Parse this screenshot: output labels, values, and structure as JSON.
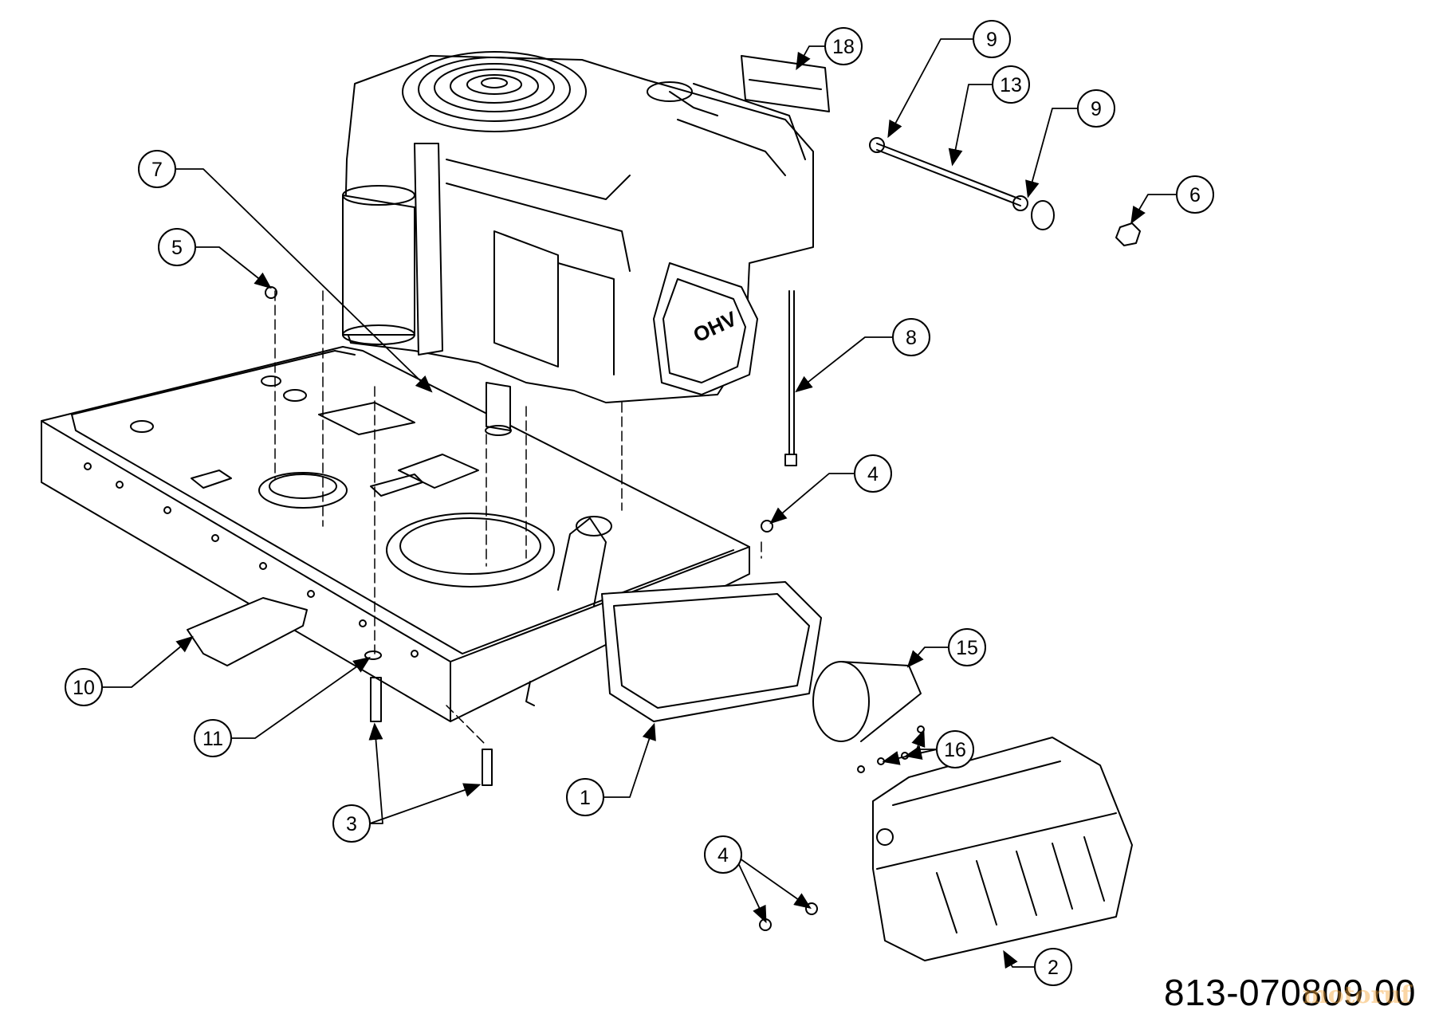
{
  "drawing": {
    "number": "813-070809 00",
    "watermark": "motoruf"
  },
  "callouts": [
    {
      "id": "c1",
      "label": "1"
    },
    {
      "id": "c2",
      "label": "2"
    },
    {
      "id": "c3",
      "label": "3"
    },
    {
      "id": "c4a",
      "label": "4"
    },
    {
      "id": "c4b",
      "label": "4"
    },
    {
      "id": "c5",
      "label": "5"
    },
    {
      "id": "c6",
      "label": "6"
    },
    {
      "id": "c7",
      "label": "7"
    },
    {
      "id": "c8",
      "label": "8"
    },
    {
      "id": "c9a",
      "label": "9"
    },
    {
      "id": "c9b",
      "label": "9"
    },
    {
      "id": "c10",
      "label": "10"
    },
    {
      "id": "c11",
      "label": "11"
    },
    {
      "id": "c13",
      "label": "13"
    },
    {
      "id": "c15",
      "label": "15"
    },
    {
      "id": "c16",
      "label": "16"
    },
    {
      "id": "c18",
      "label": "18"
    }
  ],
  "engine_label": "OHV"
}
